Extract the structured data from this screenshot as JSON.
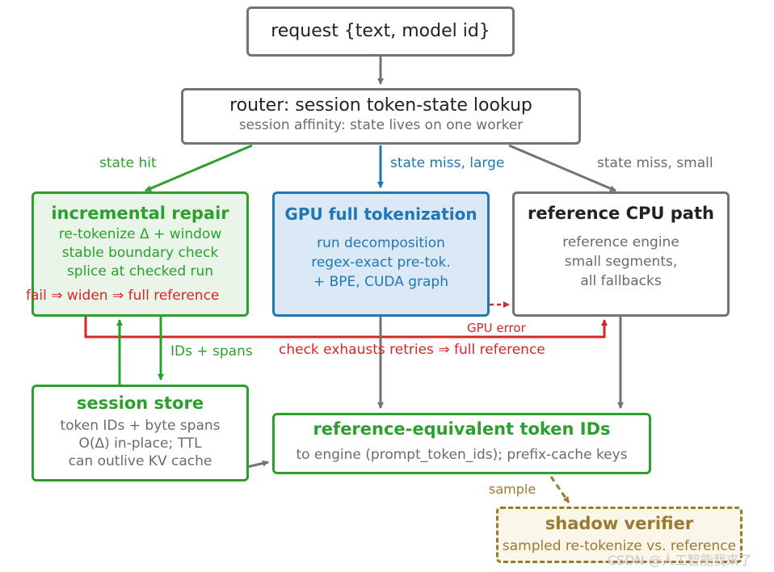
{
  "nodes": {
    "request": {
      "title": "request {text, model id}"
    },
    "router": {
      "title": "router: session token-state lookup",
      "subtitle": "session affinity: state lives on one worker"
    },
    "incremental": {
      "title": "incremental repair",
      "lines": [
        "re-tokenize Δ + window",
        "stable boundary check",
        "splice at checked run"
      ],
      "fail": "fail ⇒ widen ⇒ full reference"
    },
    "gpu": {
      "title": "GPU full tokenization",
      "lines": [
        "run decomposition",
        "regex-exact pre-tok.",
        "+ BPE, CUDA graph"
      ]
    },
    "cpu": {
      "title": "reference CPU path",
      "lines": [
        "reference engine",
        "small segments,",
        "all fallbacks"
      ]
    },
    "session": {
      "title": "session store",
      "lines": [
        "token IDs + byte spans",
        "O(Δ) in-place; TTL",
        "can outlive KV cache"
      ]
    },
    "output": {
      "title": "reference-equivalent token IDs",
      "subtitle": "to engine (prompt_token_ids); prefix-cache keys"
    },
    "shadow": {
      "title": "shadow verifier",
      "subtitle": "sampled re-tokenize vs. reference"
    }
  },
  "edge_labels": {
    "state_hit": "state hit",
    "state_miss_large": "state miss, large",
    "state_miss_small": "state miss, small",
    "ids_spans": "IDs + spans",
    "gpu_error": "GPU error",
    "check_exhausts": "check exhausts retries ⇒ full reference",
    "sample": "sample"
  },
  "colors": {
    "gray": "#737373",
    "green": "#2ca02c",
    "blue": "#1f77b4",
    "red": "#d62728",
    "gold": "#9a7a2e"
  },
  "watermark": "CSDN @人工智能我来了"
}
